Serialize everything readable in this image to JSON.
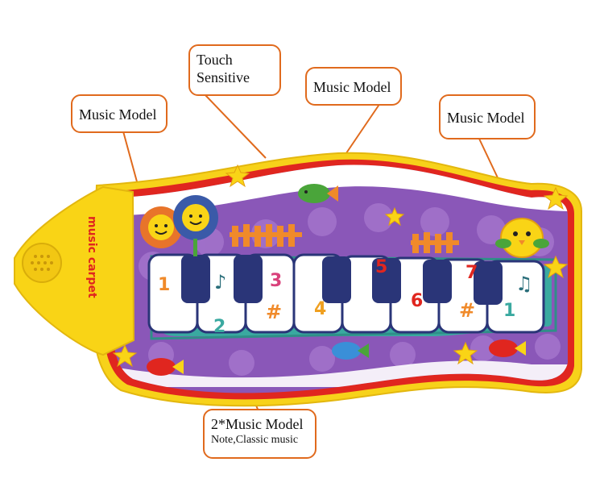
{
  "callouts": {
    "touch": {
      "line1": "Touch",
      "line2": "Sensitive"
    },
    "music_left": "Music Model",
    "music_center": "Music Model",
    "music_right": "Music Model",
    "bottom": {
      "line1": "2*Music Model",
      "line2": "Note,Classic music"
    }
  },
  "product": {
    "brand_text": "music carpet",
    "key_numbers": [
      "1",
      "2",
      "3",
      "4",
      "5",
      "6",
      "7",
      "1"
    ],
    "symbols": [
      "♪",
      "♫",
      "#",
      "#"
    ]
  },
  "colors": {
    "callout_border": "#e06a1d",
    "mat_border_yellow": "#f7d21a",
    "mat_border_red": "#e0261f",
    "mat_inner_purple": "#8a57b8",
    "key_dark": "#2a3578",
    "path_teal": "#3aa9a0",
    "speaker_yellow": "#f9d416"
  }
}
